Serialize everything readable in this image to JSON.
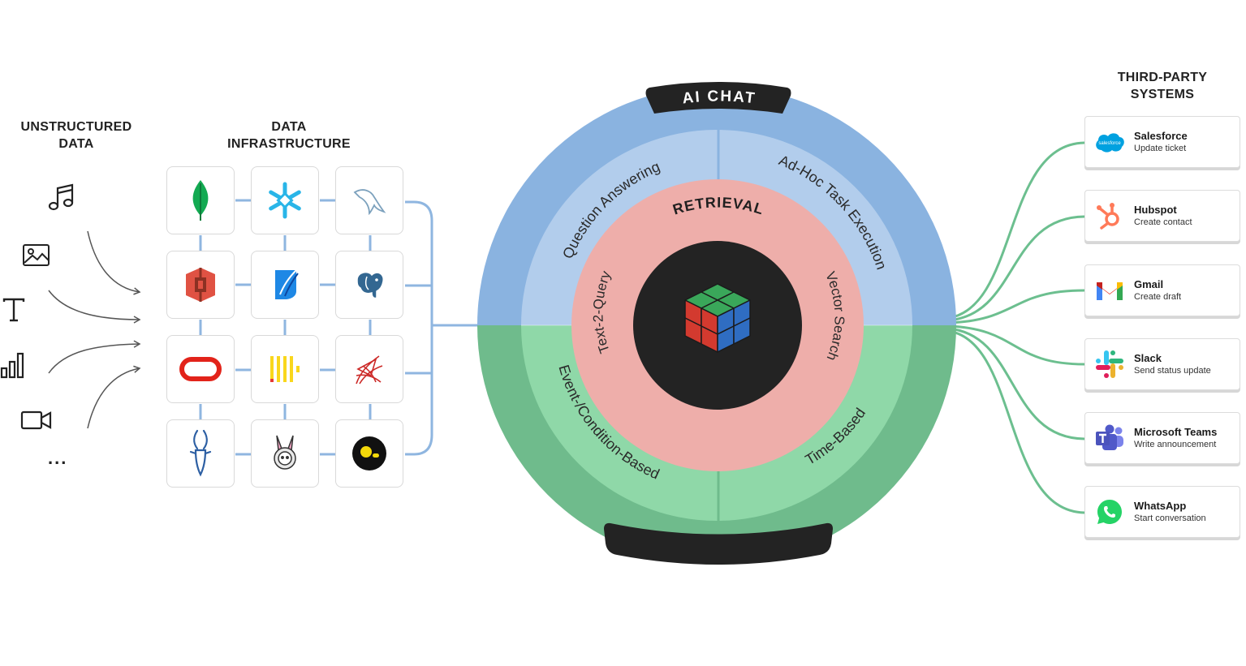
{
  "headings": {
    "unstructured": [
      "UNSTRUCTURED",
      "DATA"
    ],
    "infrastructure": [
      "DATA",
      "INFRASTRUCTURE"
    ],
    "third_party": [
      "THIRD-PARTY",
      "SYSTEMS"
    ]
  },
  "unstructured_sources": [
    {
      "icon": "music-note-icon"
    },
    {
      "icon": "image-icon"
    },
    {
      "icon": "text-icon"
    },
    {
      "icon": "bar-chart-icon"
    },
    {
      "icon": "video-camera-icon"
    },
    {
      "icon": "more-dots-icon",
      "label": "..."
    }
  ],
  "infrastructure_tiles": [
    {
      "icon": "mongodb-icon"
    },
    {
      "icon": "snowflake-icon"
    },
    {
      "icon": "mysql-icon"
    },
    {
      "icon": "amazon-s3-icon"
    },
    {
      "icon": "azure-sql-icon"
    },
    {
      "icon": "postgresql-icon"
    },
    {
      "icon": "oracle-icon"
    },
    {
      "icon": "clickhouse-icon"
    },
    {
      "icon": "sql-server-icon"
    },
    {
      "icon": "kudu-icon"
    },
    {
      "icon": "rabbit-astronaut-icon"
    },
    {
      "icon": "yellow-dot-db-icon"
    }
  ],
  "wheel": {
    "top_badge": "AI CHAT",
    "center": "RETRIEVAL",
    "top_segments": [
      "Question Answering",
      "Ad-Hoc Task Execution"
    ],
    "bottom_segments": [
      "Event-/Condition-Based",
      "Time-Based"
    ],
    "inner_left": "Text-2-Query",
    "inner_right": "Vector Search",
    "colors": {
      "outer_top": "#8ab3e0",
      "mid_top": "#b2cdec",
      "outer_bottom": "#6fbb8c",
      "mid_bottom": "#8fd8a8",
      "inner": "#eeaeaa",
      "core": "#232323",
      "cube_green": "#3aa75a",
      "cube_blue": "#2f6dc2",
      "cube_red": "#d33a2f"
    }
  },
  "third_party": [
    {
      "name": "Salesforce",
      "action": "Update ticket",
      "icon": "salesforce-icon"
    },
    {
      "name": "Hubspot",
      "action": "Create contact",
      "icon": "hubspot-icon"
    },
    {
      "name": "Gmail",
      "action": "Create draft",
      "icon": "gmail-icon"
    },
    {
      "name": "Slack",
      "action": "Send status update",
      "icon": "slack-icon"
    },
    {
      "name": "Microsoft Teams",
      "action": "Write announcement",
      "icon": "teams-icon"
    },
    {
      "name": "WhatsApp",
      "action": "Start conversation",
      "icon": "whatsapp-icon"
    }
  ],
  "connector_colors": {
    "infrastructure": "#8fb6e0",
    "third_party": "#6cbf8f",
    "arrows": "#555555"
  }
}
